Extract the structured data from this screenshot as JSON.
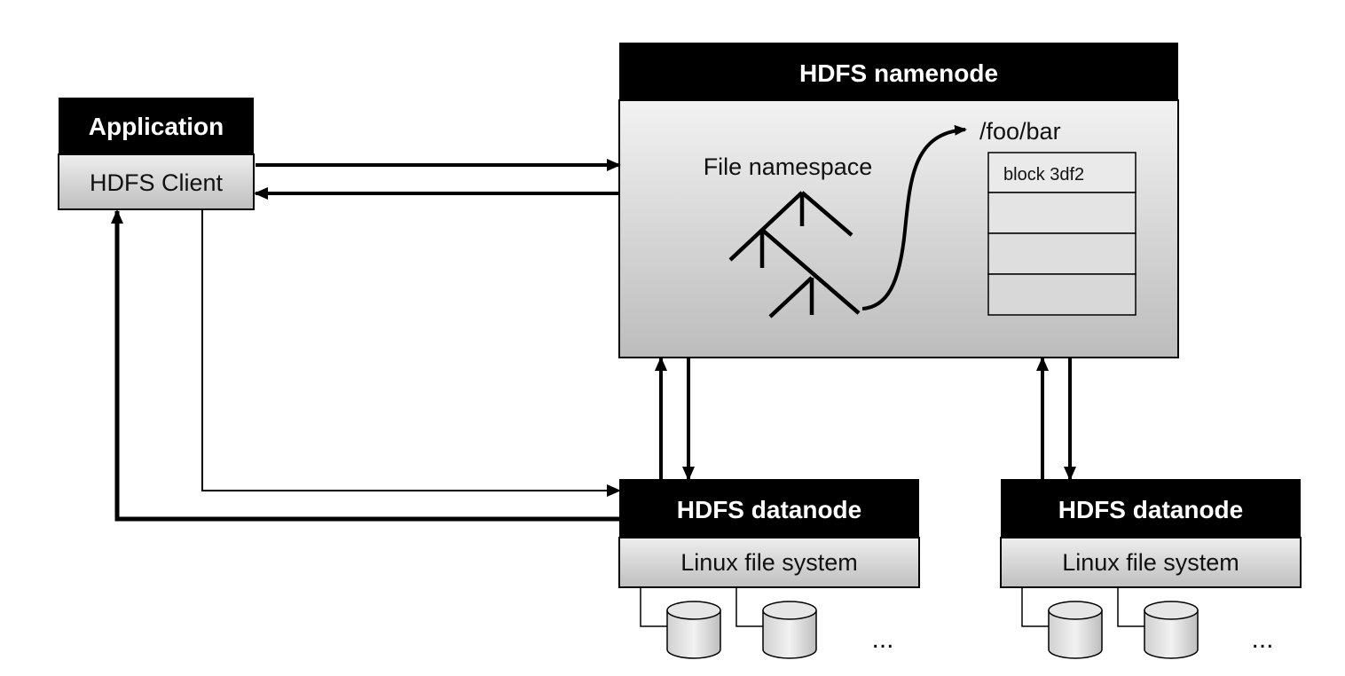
{
  "application": {
    "title": "Application",
    "client_label": "HDFS Client"
  },
  "namenode": {
    "title": "HDFS namenode",
    "namespace_label": "File namespace",
    "file_path": "/foo/bar",
    "blocks": [
      "block 3df2",
      "",
      "",
      ""
    ]
  },
  "datanodes": [
    {
      "title": "HDFS datanode",
      "fs_label": "Linux file system",
      "ellipsis": "..."
    },
    {
      "title": "HDFS datanode",
      "fs_label": "Linux file system",
      "ellipsis": "..."
    }
  ],
  "colors": {
    "header_fill": "#000000",
    "panel_top": "#f0f0f0",
    "panel_bottom": "#bdbdbd",
    "line": "#000000"
  }
}
